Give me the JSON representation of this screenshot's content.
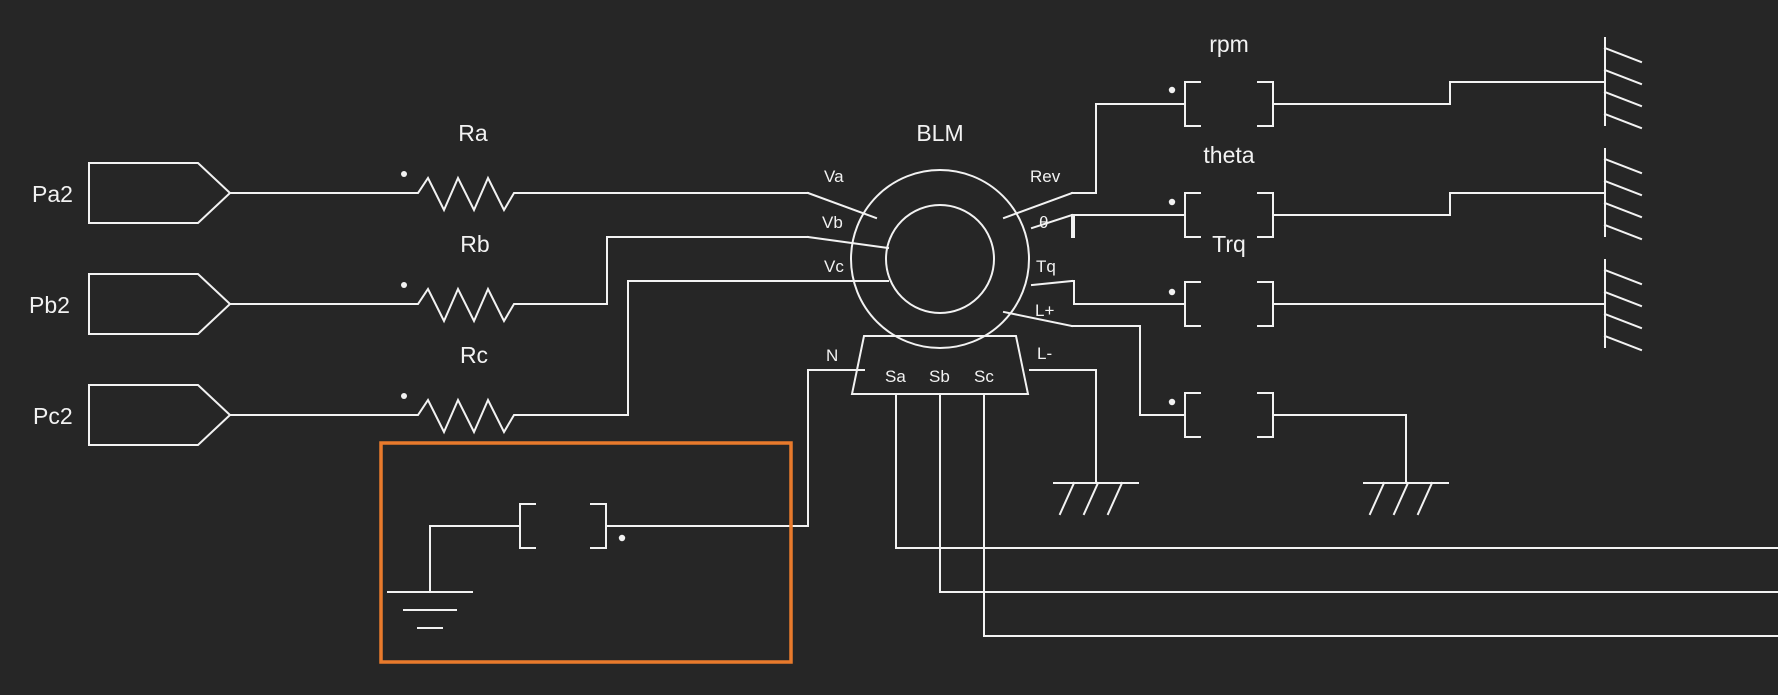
{
  "colors": {
    "background": "#262626",
    "wire": "#f2f2f2",
    "selection": "#e87a2c"
  },
  "ports": {
    "pa2": "Pa2",
    "pb2": "Pb2",
    "pc2": "Pc2"
  },
  "resistors": {
    "ra": "Ra",
    "rb": "Rb",
    "rc": "Rc"
  },
  "motor": {
    "name": "BLM",
    "pins": {
      "va": "Va",
      "vb": "Vb",
      "vc": "Vc",
      "n": "N",
      "rev": "Rev",
      "theta": "θ",
      "tq": "Tq",
      "lplus": "L+",
      "lminus": "L-",
      "sa": "Sa",
      "sb": "Sb",
      "sc": "Sc"
    }
  },
  "meters": {
    "rpm": "rpm",
    "theta": "theta",
    "trq": "Trq"
  },
  "icons": [
    "port-icon",
    "resistor-icon",
    "motor-icon",
    "meter-icon",
    "ground-icon",
    "mechanical-ground-icon"
  ],
  "selection": {
    "selected_component": "meter-n"
  }
}
